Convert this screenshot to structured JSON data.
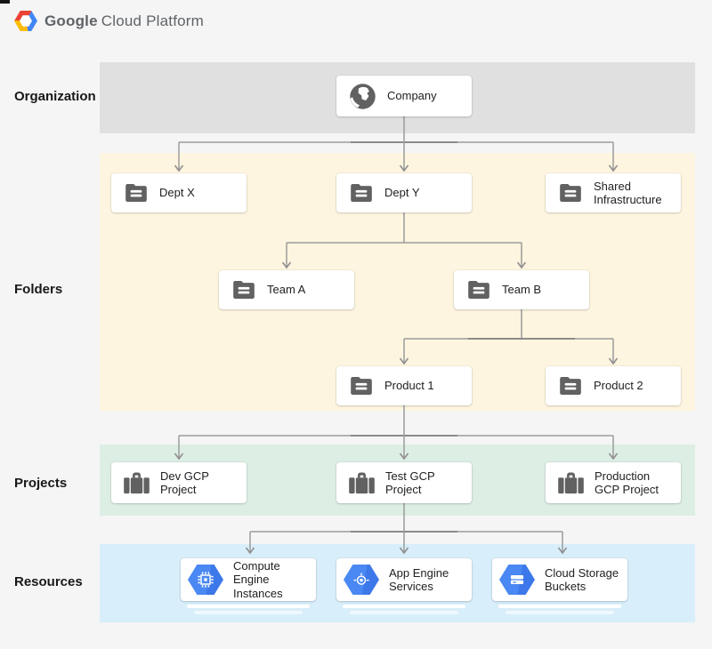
{
  "header": {
    "brand_primary": "Google",
    "brand_secondary": "Cloud Platform",
    "logo_icon": "gcp-hexagon-logo"
  },
  "bands": {
    "organization": {
      "label": "Organization",
      "color": "#e0e0e0"
    },
    "folders": {
      "label": "Folders",
      "color": "#fdf5df"
    },
    "projects": {
      "label": "Projects",
      "color": "#ddeee4"
    },
    "resources": {
      "label": "Resources",
      "color": "#d8eefa"
    }
  },
  "nodes": {
    "company": {
      "label": "Company",
      "icon": "globe-icon"
    },
    "dept_x": {
      "label": "Dept X",
      "icon": "folder-icon"
    },
    "dept_y": {
      "label": "Dept Y",
      "icon": "folder-icon"
    },
    "shared_infrastructure": {
      "label": "Shared Infrastructure",
      "icon": "folder-icon"
    },
    "team_a": {
      "label": "Team A",
      "icon": "folder-icon"
    },
    "team_b": {
      "label": "Team B",
      "icon": "folder-icon"
    },
    "product_1": {
      "label": "Product 1",
      "icon": "folder-icon"
    },
    "product_2": {
      "label": "Product 2",
      "icon": "folder-icon"
    },
    "dev_gcp_project": {
      "label": "Dev GCP Project",
      "icon": "project-briefcase-icon"
    },
    "test_gcp_project": {
      "label": "Test GCP Project",
      "icon": "project-briefcase-icon"
    },
    "production_gcp_project": {
      "label": "Production GCP Project",
      "icon": "project-briefcase-icon"
    },
    "compute_engine_instances": {
      "label": "Compute Engine Instances",
      "icon": "compute-engine-icon"
    },
    "app_engine_services": {
      "label": "App Engine Services",
      "icon": "app-engine-icon"
    },
    "cloud_storage_buckets": {
      "label": "Cloud Storage Buckets",
      "icon": "cloud-storage-icon"
    }
  },
  "colors": {
    "service_hexagon_blue": "#4285f4",
    "icon_gray": "#616161",
    "connector_gray": "#9b9b9b",
    "connector_dark_overlap": "#777777",
    "logo_red": "#ea4335",
    "logo_yellow": "#fbbc05",
    "logo_blue": "#4285f4",
    "card_background": "#ffffff",
    "page_background": "#f5f5f5"
  }
}
